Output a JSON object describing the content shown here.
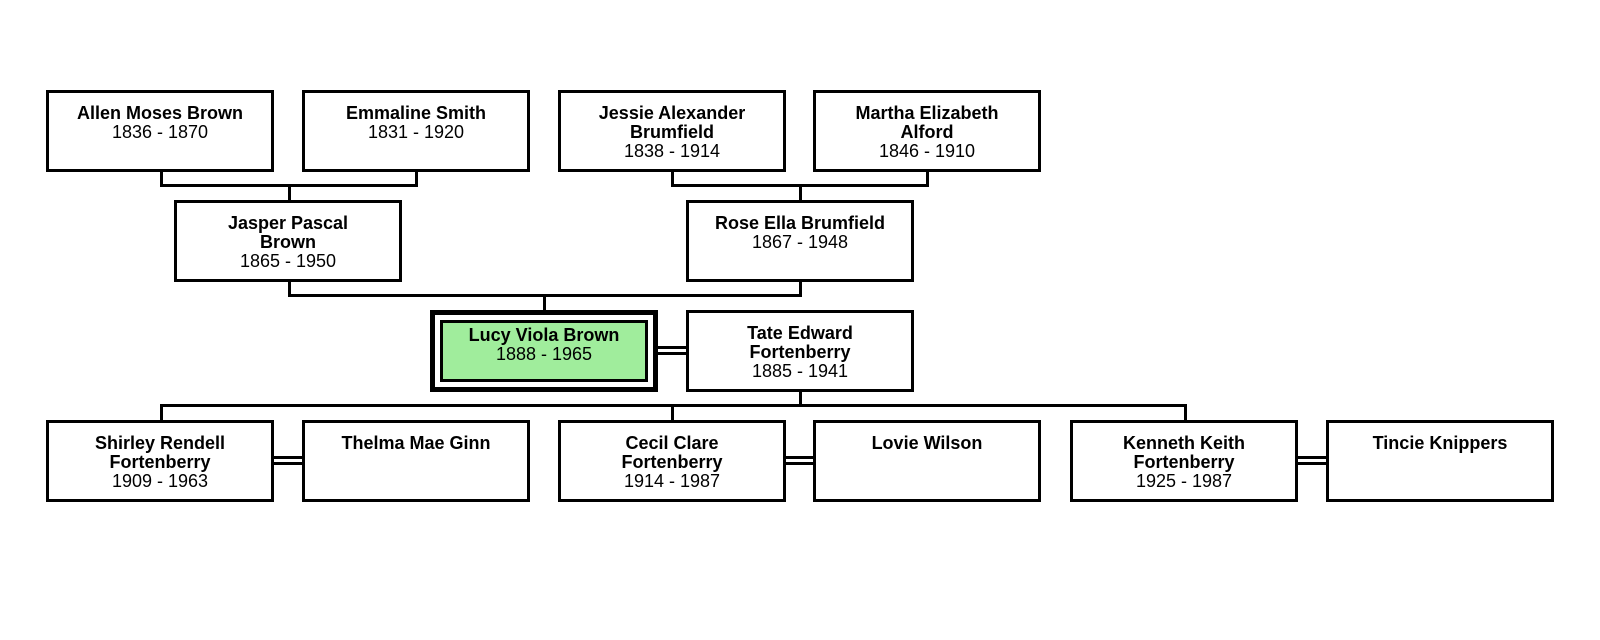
{
  "tree": {
    "grandparents": [
      {
        "name": "Allen Moses Brown",
        "dates": "1836 - 1870"
      },
      {
        "name": "Emmaline Smith",
        "dates": "1831 - 1920"
      },
      {
        "name": "Jessie Alexander Brumfield",
        "dates": "1838 - 1914"
      },
      {
        "name": "Martha Elizabeth Alford",
        "dates": "1846 - 1910"
      }
    ],
    "parents": [
      {
        "name": "Jasper Pascal Brown",
        "dates": "1865 - 1950"
      },
      {
        "name": "Rose Ella Brumfield",
        "dates": "1867 - 1948"
      }
    ],
    "focus": {
      "name": "Lucy Viola Brown",
      "dates": "1888 - 1965",
      "highlight_color": "#a0ed9c"
    },
    "spouse": {
      "name": "Tate Edward Fortenberry",
      "dates": "1885 - 1941"
    },
    "children": [
      {
        "name": "Shirley Rendell Fortenberry",
        "dates": "1909 - 1963"
      },
      {
        "name": "Thelma Mae Ginn",
        "dates": ""
      },
      {
        "name": "Cecil Clare Fortenberry",
        "dates": "1914 - 1987"
      },
      {
        "name": "Lovie Wilson",
        "dates": ""
      },
      {
        "name": "Kenneth Keith Fortenberry",
        "dates": "1925 - 1987"
      },
      {
        "name": "Tincie Knippers",
        "dates": ""
      }
    ]
  }
}
